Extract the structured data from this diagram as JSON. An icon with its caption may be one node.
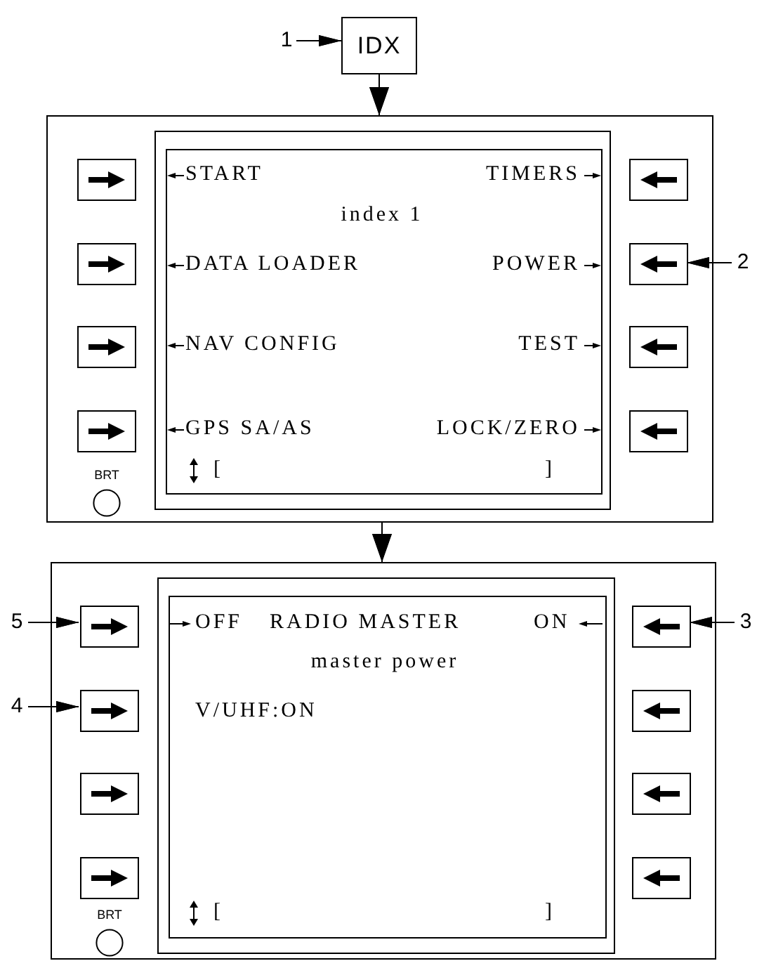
{
  "diagram": {
    "nodes": [
      {
        "text": [
          "1"
        ]
      },
      {
        "text": [
          "IDX"
        ]
      },
      {
        "text": [],
        "shape": "box"
      },
      {
        "text": [
          "START",
          "TIMERS",
          "index 1",
          "DATA LOADER",
          "POWER",
          "NAV CONFIG",
          "TEST",
          "GPS SA/AS",
          "LOCK/ZERO",
          "[",
          "]"
        ],
        "in": 2
      },
      {
        "text": [],
        "shape": "box",
        "in": 2
      },
      {
        "text": [],
        "shape": "box",
        "in": 2
      },
      {
        "text": [],
        "shape": "box",
        "in": 2
      },
      {
        "text": [],
        "shape": "box",
        "in": 2
      },
      {
        "text": [],
        "shape": "box",
        "in": 2
      },
      {
        "text": [],
        "shape": "box",
        "in": 2
      },
      {
        "text": [],
        "shape": "box",
        "in": 2
      },
      {
        "text": [],
        "shape": "box",
        "in": 2
      },
      {
        "text": [
          "BRT"
        ],
        "in": 2
      },
      {
        "text": [
          "2"
        ]
      },
      {
        "text": [],
        "shape": "box"
      },
      {
        "text": [
          "OFF",
          "RADIO MASTER",
          "ON",
          "master power",
          "V/UHF:ON",
          "[",
          "]"
        ],
        "in": 14
      },
      {
        "text": [],
        "shape": "box",
        "in": 14
      },
      {
        "text": [],
        "shape": "box",
        "in": 14
      },
      {
        "text": [],
        "shape": "box",
        "in": 14
      },
      {
        "text": [],
        "shape": "box",
        "in": 14
      },
      {
        "text": [],
        "shape": "box",
        "in": 14
      },
      {
        "text": [],
        "shape": "box",
        "in": 14
      },
      {
        "text": [],
        "shape": "box",
        "in": 14
      },
      {
        "text": [],
        "shape": "box",
        "in": 14
      },
      {
        "text": [
          "BRT"
        ],
        "in": 14
      },
      {
        "text": [
          "5"
        ]
      },
      {
        "text": [
          "4"
        ]
      },
      {
        "text": [
          "3"
        ]
      }
    ],
    "edges": [
      {
        "from": 0,
        "to": 1,
        "arrow": "to"
      },
      {
        "from": 1,
        "to": 2,
        "arrow": "to"
      },
      {
        "from": 13,
        "to": 9,
        "arrow": "to"
      },
      {
        "from": 2,
        "to": 14,
        "arrow": "to"
      },
      {
        "from": 25,
        "to": 16,
        "arrow": "to"
      },
      {
        "from": 26,
        "to": 17,
        "arrow": "to"
      },
      {
        "from": 27,
        "to": 20,
        "arrow": "to"
      }
    ]
  }
}
